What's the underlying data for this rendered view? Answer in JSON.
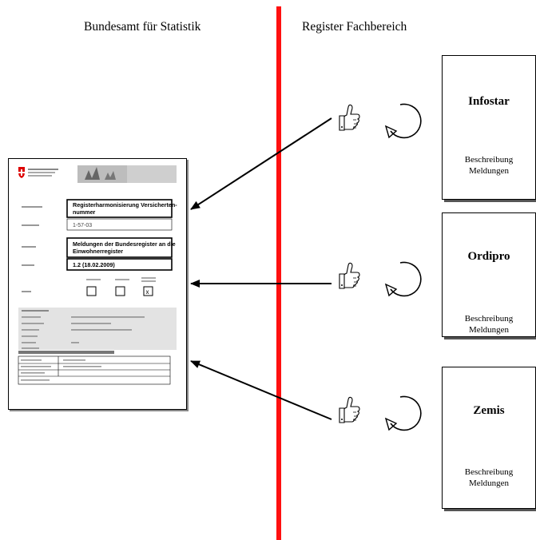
{
  "headers": {
    "left": "Bundesamt für Statistik",
    "right": "Register Fachbereich"
  },
  "registers": [
    {
      "title": "Infostar",
      "desc_line1": "Beschreibung",
      "desc_line2": "Meldungen"
    },
    {
      "title": "Ordipro",
      "desc_line1": "Beschreibung",
      "desc_line2": "Meldungen"
    },
    {
      "title": "Zemis",
      "desc_line1": "Beschreibung",
      "desc_line2": "Meldungen"
    }
  ],
  "document": {
    "title1_line1": "Registerharmonisierung Versicherten-",
    "title1_line2": "nummer",
    "code": "1-57-03",
    "title2_line1": "Meldungen der Bundesregister an die",
    "title2_line2": "Einwohnerregister",
    "version": "1.2 (18.02.2009)"
  },
  "colors": {
    "divider": "#ff1010",
    "arrow": "#000000"
  }
}
